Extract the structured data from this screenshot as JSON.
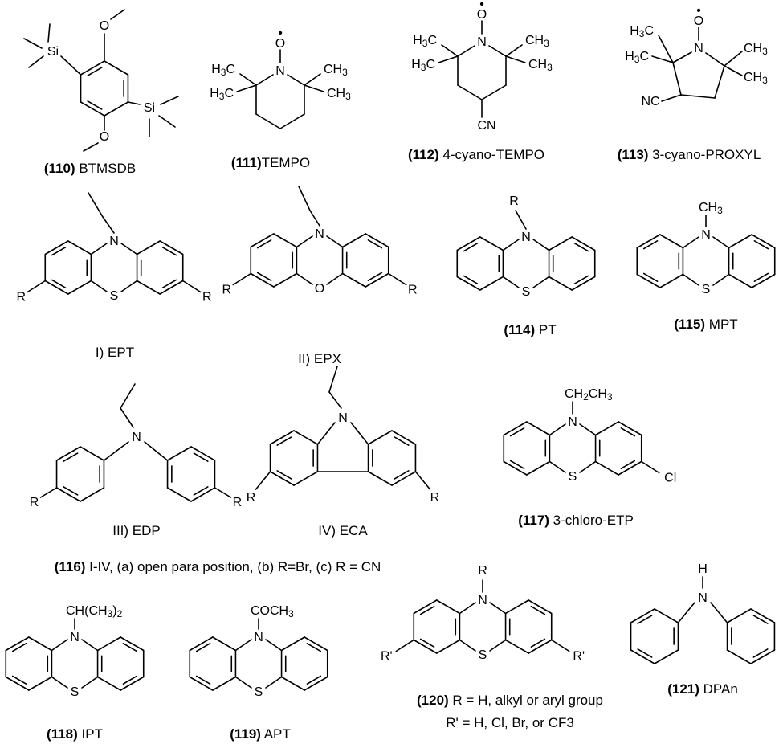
{
  "diagram": {
    "structures": [
      {
        "id": "110",
        "name": "BTMSDB",
        "atoms": {
          "si_top": "Si",
          "si_bottom": "Si",
          "o_top": "O",
          "o_bottom": "O"
        }
      },
      {
        "id": "111",
        "name": "TEMPO",
        "atoms": {
          "n": "N",
          "o": "O",
          "dot": "•",
          "me_l1": "H3C",
          "me_l2": "H3C",
          "me_r1": "CH3",
          "me_r2": "CH3"
        }
      },
      {
        "id": "112",
        "name": "4-cyano-TEMPO",
        "atoms": {
          "n": "N",
          "o": "O",
          "dot": "•",
          "me_l1": "H3C",
          "me_l2": "H3C",
          "me_r1": "CH3",
          "me_r2": "CH3",
          "cn": "CN"
        }
      },
      {
        "id": "113",
        "name": "3-cyano-PROXYL",
        "atoms": {
          "n": "N",
          "o": "O",
          "dot": "•",
          "me_l1": "H3C",
          "me_l2": "H3C",
          "me_r1": "CH3",
          "me_r2": "CH3",
          "cn": "NC"
        }
      },
      {
        "id": "I)",
        "name": "EPT",
        "atoms": {
          "n": "N",
          "x": "S",
          "r_left": "R",
          "r_right": "R"
        }
      },
      {
        "id": "II)",
        "name": "EPX",
        "atoms": {
          "n": "N",
          "x": "O",
          "r_left": "R",
          "r_right": "R"
        }
      },
      {
        "id": "114",
        "name": "PT",
        "atoms": {
          "n": "N",
          "x": "S",
          "sub": "R"
        }
      },
      {
        "id": "115",
        "name": "MPT",
        "atoms": {
          "n": "N",
          "x": "S",
          "sub": "CH3"
        }
      },
      {
        "id": "III)",
        "name": "EDP",
        "atoms": {
          "n": "N",
          "r_left": "R",
          "r_right": "R"
        }
      },
      {
        "id": "IV)",
        "name": "ECA",
        "atoms": {
          "n": "N",
          "r_left": "R",
          "r_right": "R"
        }
      },
      {
        "id": "117",
        "name": "3-chloro-ETP",
        "atoms": {
          "n": "N",
          "x": "S",
          "sub": "CH2CH3",
          "cl": "Cl"
        }
      },
      {
        "id": "118",
        "name": "IPT",
        "atoms": {
          "n": "N",
          "x": "S",
          "sub": "CH(CH3)2"
        }
      },
      {
        "id": "119",
        "name": "APT",
        "atoms": {
          "n": "N",
          "x": "S",
          "sub": "COCH3"
        }
      },
      {
        "id": "120",
        "name": "",
        "atoms": {
          "n": "N",
          "x": "S",
          "sub": "R",
          "r_left": "R'",
          "r_right": "R'"
        }
      },
      {
        "id": "121",
        "name": "DPAn",
        "atoms": {
          "n": "N",
          "h": "H"
        }
      }
    ],
    "captions": {
      "c110": {
        "num": "(110)",
        "text": " BTMSDB"
      },
      "c111": {
        "num": "(111)",
        "text": "TEMPO"
      },
      "c112": {
        "num": "(112)",
        "text": " 4-cyano-TEMPO"
      },
      "c113": {
        "num": "(113)",
        "text": " 3-cyano-PROXYL"
      },
      "cI": {
        "text": "I) EPT"
      },
      "cII": {
        "text": "II) EPX"
      },
      "c114": {
        "num": "(114)",
        "text": " PT"
      },
      "c115": {
        "num": "(115)",
        "text": " MPT"
      },
      "cIII": {
        "text": "III) EDP"
      },
      "cIV": {
        "text": "IV) ECA"
      },
      "c117": {
        "num": "(117)",
        "text": " 3-chloro-ETP"
      },
      "c116": {
        "num": "(116)",
        "text": " I-IV, (a) open para position, (b) R=Br, (c) R = CN"
      },
      "c118": {
        "num": "(118)",
        "text": " IPT"
      },
      "c119": {
        "num": "(119)",
        "text": " APT"
      },
      "c120": {
        "num": "(120)",
        "text": " R = H, alkyl or aryl group"
      },
      "c120b": {
        "text": "R' = H, Cl, Br, or CF3"
      },
      "c121": {
        "num": "(121)",
        "text": " DPAn"
      }
    }
  }
}
